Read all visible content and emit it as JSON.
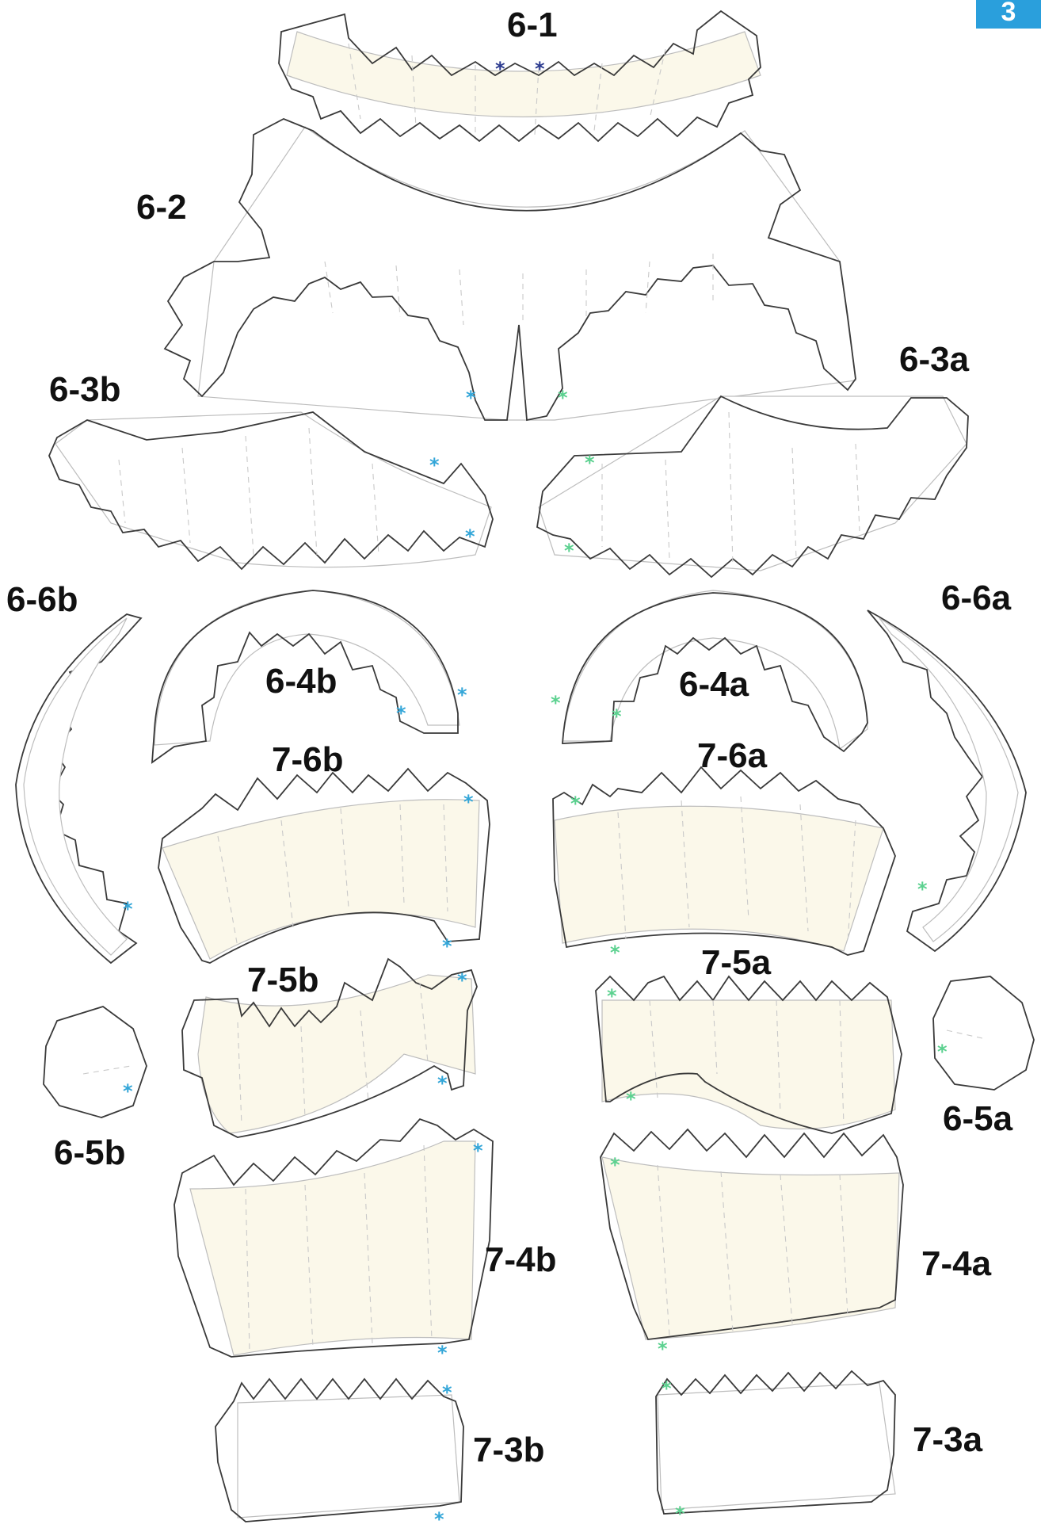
{
  "page_number": "3",
  "colors": {
    "badge": "#2a9fdc",
    "panel_cream": "#fbf8ea",
    "panel_white": "#ffffff",
    "star_blue": "#33a6d8",
    "star_green": "#5bd18f",
    "star_navy": "#2b3a8f"
  },
  "pieces": {
    "p6_1": "6-1",
    "p6_2": "6-2",
    "p6_3a": "6-3a",
    "p6_3b": "6-3b",
    "p6_4a": "6-4a",
    "p6_4b": "6-4b",
    "p6_5a": "6-5a",
    "p6_5b": "6-5b",
    "p6_6a": "6-6a",
    "p6_6b": "6-6b",
    "p7_3a": "7-3a",
    "p7_3b": "7-3b",
    "p7_4a": "7-4a",
    "p7_4b": "7-4b",
    "p7_5a": "7-5a",
    "p7_5b": "7-5b",
    "p7_6a": "7-6a",
    "p7_6b": "7-6b"
  },
  "marker_glyph": "*"
}
